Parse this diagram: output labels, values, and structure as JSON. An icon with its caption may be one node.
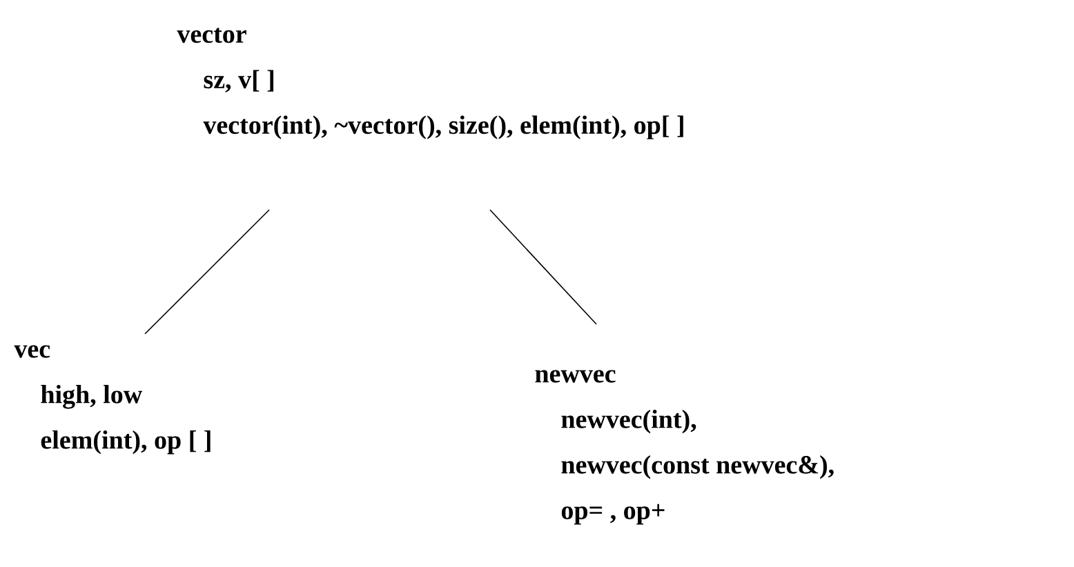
{
  "diagram": {
    "nodes": [
      {
        "text": [
          "vector",
          "sz, v[ ]",
          "vector(int), ~vector(), size(), elem(int), op[ ]"
        ]
      },
      {
        "text": [
          "vec",
          "high, low",
          "elem(int), op [ ]"
        ]
      },
      {
        "text": [
          "newvec",
          "newvec(int),",
          "newvec(const newvec&),",
          "op= , op+"
        ]
      }
    ],
    "edges": [
      {
        "from": 0,
        "to": 1,
        "arrow": "none"
      },
      {
        "from": 0,
        "to": 2,
        "arrow": "none"
      }
    ]
  }
}
